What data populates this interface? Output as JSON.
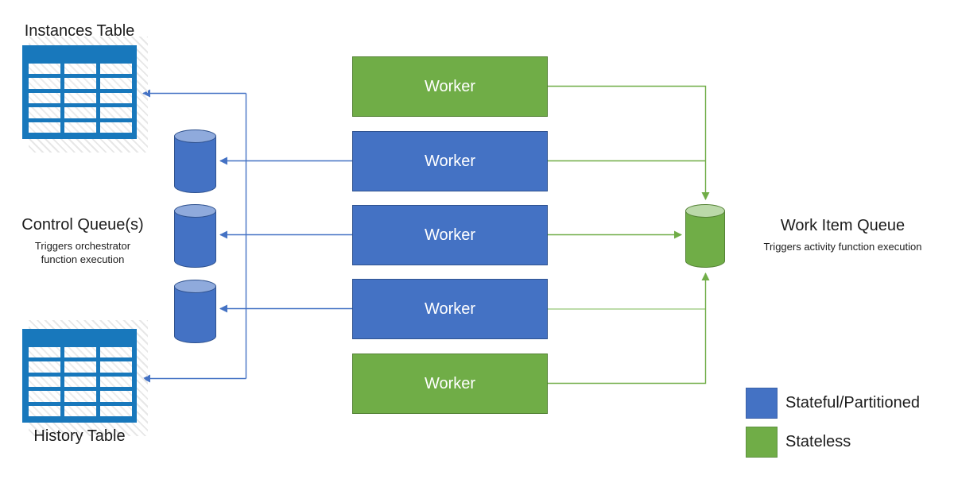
{
  "diagram": {
    "instances_table": {
      "label": "Instances Table"
    },
    "history_table": {
      "label": "History Table"
    },
    "table_icon": {
      "rows": 5,
      "cols": 3
    },
    "control_queues": {
      "title": "Control Queue(s)",
      "subtitle_line1": "Triggers orchestrator",
      "subtitle_line2": "function execution",
      "queue_count": 3
    },
    "workers": [
      {
        "label": "Worker",
        "type": "stateless"
      },
      {
        "label": "Worker",
        "type": "stateful"
      },
      {
        "label": "Worker",
        "type": "stateful"
      },
      {
        "label": "Worker",
        "type": "stateful"
      },
      {
        "label": "Worker",
        "type": "stateless"
      }
    ],
    "work_item_queue": {
      "title": "Work Item Queue",
      "subtitle": "Triggers activity function execution"
    },
    "legend": {
      "items": [
        {
          "label": "Stateful/Partitioned",
          "color": "#4472C4"
        },
        {
          "label": "Stateless",
          "color": "#70AD47"
        }
      ]
    },
    "colors": {
      "stateful_blue": "#4472C4",
      "stateless_green": "#70AD47",
      "table_icon_blue": "#1878BC",
      "connector_blue": "#4472C4",
      "connector_green": "#70AD47",
      "connector_light_green": "#A9D18E"
    }
  }
}
